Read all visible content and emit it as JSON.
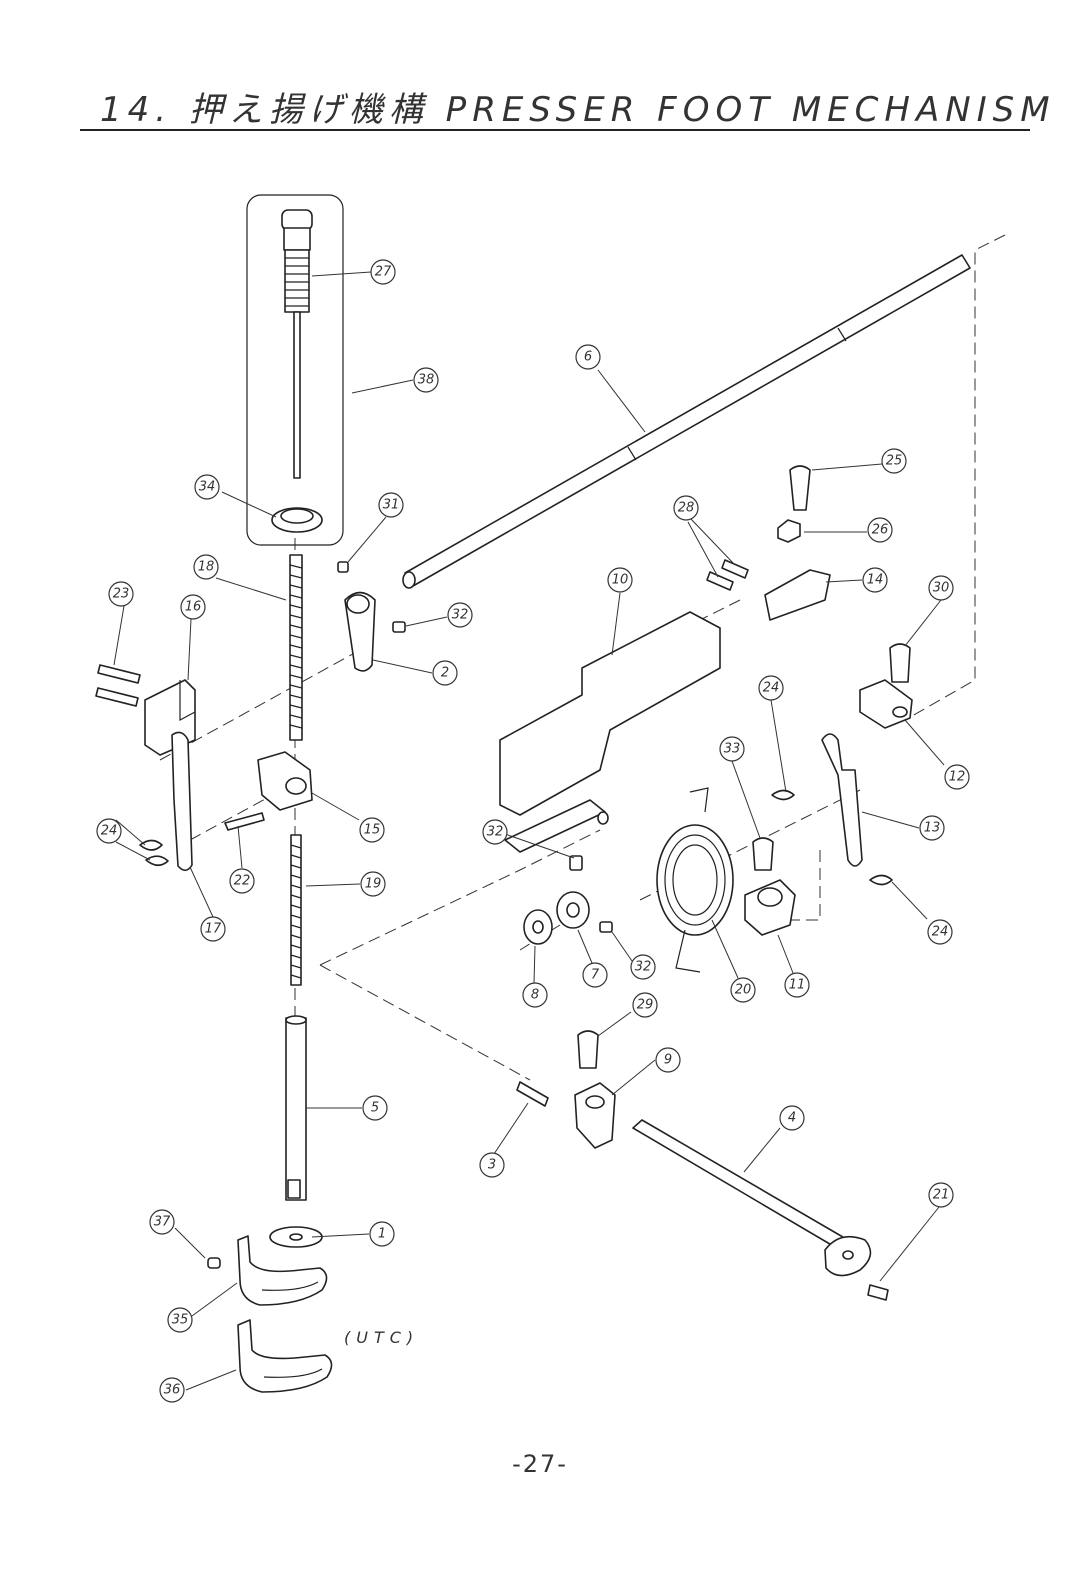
{
  "header": {
    "title": "14. 押え揚げ機構 PRESSER FOOT MECHANISM"
  },
  "note": "(UTC)",
  "page_number": "-27-",
  "callouts": [
    {
      "id": "1",
      "label": "1"
    },
    {
      "id": "2",
      "label": "2"
    },
    {
      "id": "3",
      "label": "3"
    },
    {
      "id": "4",
      "label": "4"
    },
    {
      "id": "5",
      "label": "5"
    },
    {
      "id": "6",
      "label": "6"
    },
    {
      "id": "7",
      "label": "7"
    },
    {
      "id": "8",
      "label": "8"
    },
    {
      "id": "9",
      "label": "9"
    },
    {
      "id": "10",
      "label": "10"
    },
    {
      "id": "11",
      "label": "11"
    },
    {
      "id": "12",
      "label": "12"
    },
    {
      "id": "13",
      "label": "13"
    },
    {
      "id": "14",
      "label": "14"
    },
    {
      "id": "15",
      "label": "15"
    },
    {
      "id": "16",
      "label": "16"
    },
    {
      "id": "17",
      "label": "17"
    },
    {
      "id": "18",
      "label": "18"
    },
    {
      "id": "19",
      "label": "19"
    },
    {
      "id": "20",
      "label": "20"
    },
    {
      "id": "21",
      "label": "21"
    },
    {
      "id": "22",
      "label": "22"
    },
    {
      "id": "23",
      "label": "23"
    },
    {
      "id": "24a",
      "label": "24"
    },
    {
      "id": "24b",
      "label": "24"
    },
    {
      "id": "24c",
      "label": "24"
    },
    {
      "id": "25",
      "label": "25"
    },
    {
      "id": "26",
      "label": "26"
    },
    {
      "id": "27",
      "label": "27"
    },
    {
      "id": "28",
      "label": "28"
    },
    {
      "id": "29",
      "label": "29"
    },
    {
      "id": "30",
      "label": "30"
    },
    {
      "id": "31",
      "label": "31"
    },
    {
      "id": "32a",
      "label": "32"
    },
    {
      "id": "32b",
      "label": "32"
    },
    {
      "id": "32c",
      "label": "32"
    },
    {
      "id": "33",
      "label": "33"
    },
    {
      "id": "34",
      "label": "34"
    },
    {
      "id": "35",
      "label": "35"
    },
    {
      "id": "36",
      "label": "36"
    },
    {
      "id": "37",
      "label": "37"
    },
    {
      "id": "38",
      "label": "38"
    }
  ]
}
